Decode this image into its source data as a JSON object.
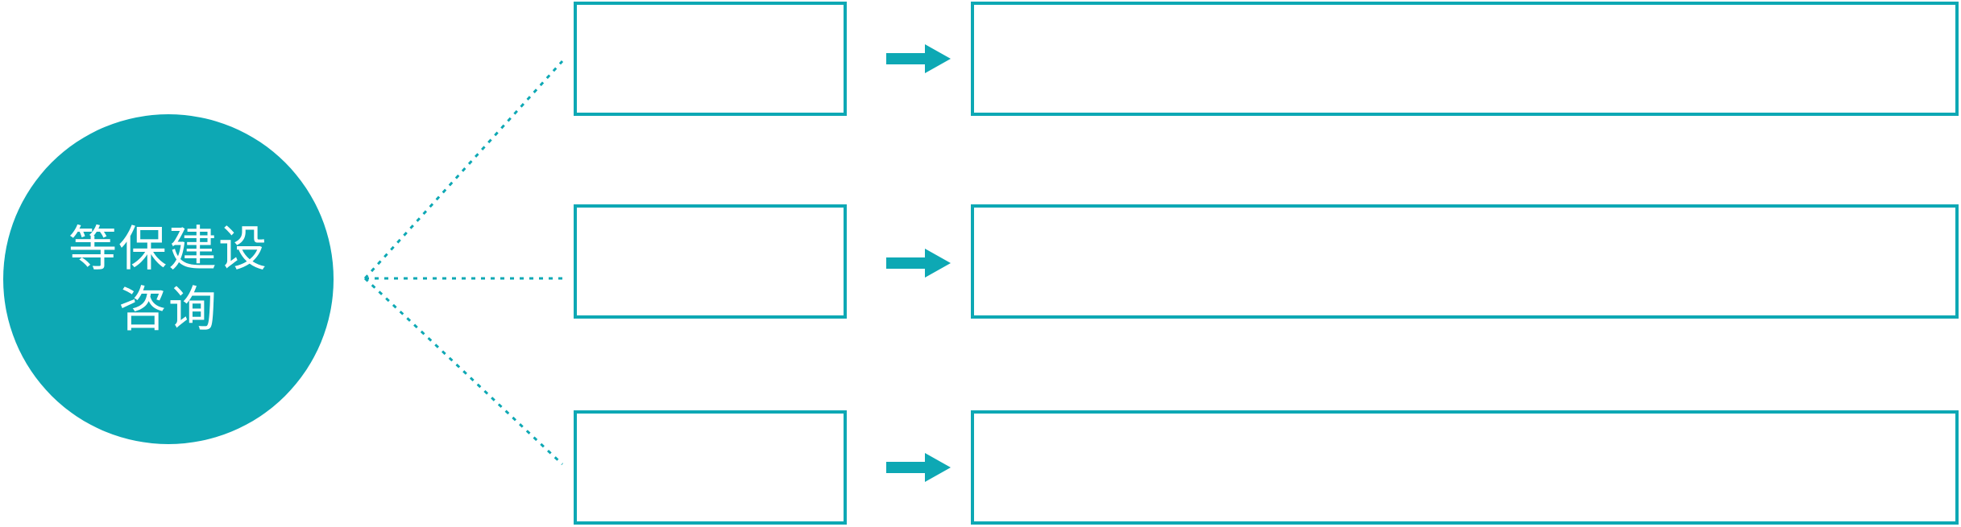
{
  "theme": {
    "accent_color": "#0da8b4",
    "background": "#ffffff",
    "circle_text_color": "#ffffff"
  },
  "circle": {
    "label": "等保建设咨询",
    "label_line1": "等保建设",
    "label_line2": "咨询"
  },
  "rows": [
    {
      "box_text": "",
      "detail_text": ""
    },
    {
      "box_text": "",
      "detail_text": ""
    },
    {
      "box_text": "",
      "detail_text": ""
    }
  ],
  "icons": {
    "arrow": "arrow-right-icon",
    "connector_style": "dotted-line"
  }
}
